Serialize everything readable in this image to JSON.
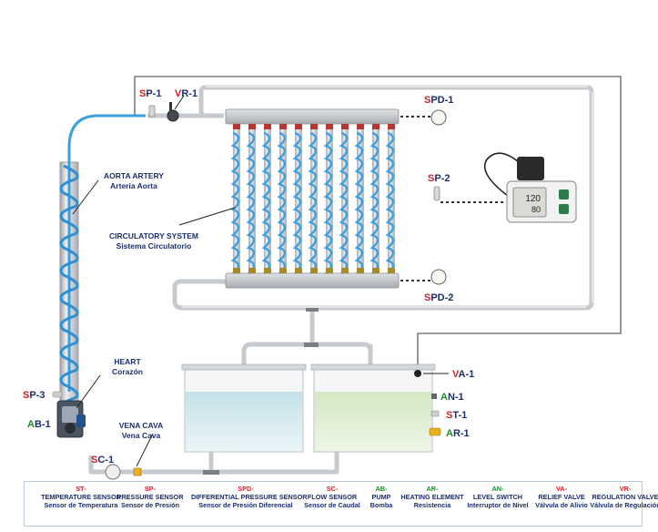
{
  "colors": {
    "pipe": "#c9ccd0",
    "artery_blue": "#3aa0e0",
    "label_blue": "#1b2f6e",
    "code_red": "#d81e27",
    "code_green": "#1a8a2e",
    "water_blue": "#d7ecf2",
    "water_green": "#e3f0d6"
  },
  "labels": {
    "sp1": {
      "prefix": "S",
      "rest": "P-1"
    },
    "vr1": {
      "prefix": "V",
      "rest": "R-1"
    },
    "spd1": {
      "prefix": "S",
      "rest": "PD-1"
    },
    "sp2": {
      "prefix": "S",
      "rest": "P-2"
    },
    "spd2": {
      "prefix": "S",
      "rest": "PD-2"
    },
    "sp3": {
      "prefix": "S",
      "rest": "P-3"
    },
    "ab1": {
      "prefix": "A",
      "rest": "B-1"
    },
    "sc1": {
      "prefix": "S",
      "rest": "C-1"
    },
    "va1": {
      "prefix": "V",
      "rest": "A-1"
    },
    "an1": {
      "prefix": "A",
      "rest": "N-1"
    },
    "st1": {
      "prefix": "S",
      "rest": "T-1"
    },
    "ar1": {
      "prefix": "A",
      "rest": "R-1"
    }
  },
  "components": {
    "aorta": {
      "en": "AORTA ARTERY",
      "es": "Arteria Aorta"
    },
    "circulatory": {
      "en": "CIRCULATORY SYSTEM",
      "es": "Sistema Circulatorio"
    },
    "heart": {
      "en": "HEART",
      "es": "Corazón"
    },
    "vena_cava": {
      "en": "VENA CAVA",
      "es": "Vena Cava"
    }
  },
  "monitor": {
    "systolic": "120",
    "diastolic": "80"
  },
  "legend": [
    {
      "code": "ST-",
      "en": "TEMPERATURE SENSOR",
      "es": "Sensor de Temperatura"
    },
    {
      "code": "SP-",
      "en": "PRESSURE SENSOR",
      "es": "Sensor de Presión"
    },
    {
      "code": "SPD-",
      "en": "DIFFERENTIAL PRESSURE SENSOR",
      "es": "Sensor de Presión  Diferencial"
    },
    {
      "code": "SC-",
      "en": "FLOW SENSOR",
      "es": "Sensor de Caudal"
    },
    {
      "code": "AB-",
      "en": "PUMP",
      "es": "Bomba"
    },
    {
      "code": "AR-",
      "en": "HEATING ELEMENT",
      "es": "Resistencia"
    },
    {
      "code": "AN-",
      "en": "LEVEL SWITCH",
      "es": "Interruptor de Nivel"
    },
    {
      "code": "VA-",
      "en": "RELIEF VALVE",
      "es": "Válvula de Alivio"
    },
    {
      "code": "VR-",
      "en": "REGULATION VALVE",
      "es": "Válvula de Regulación"
    }
  ]
}
